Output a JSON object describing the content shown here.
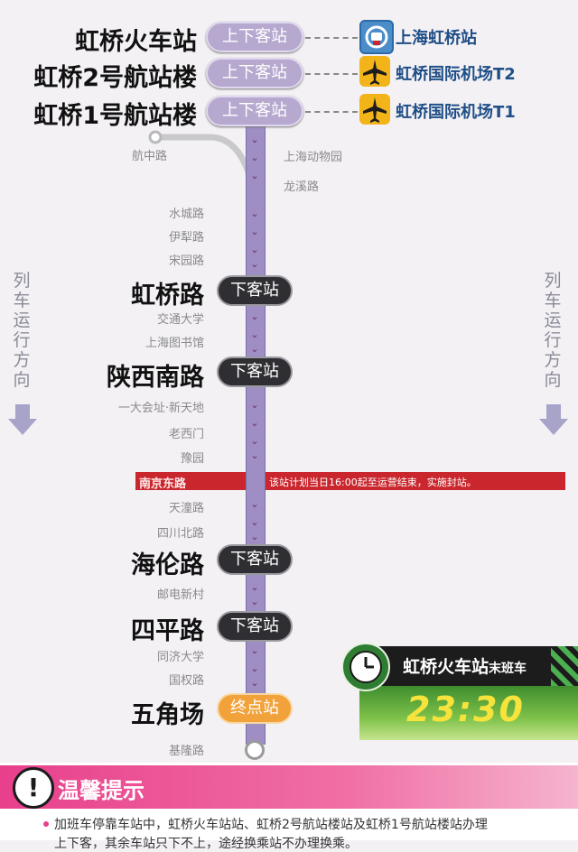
{
  "top_stations": [
    {
      "name": "虹桥火车站",
      "tag": "上下客站",
      "connection": "上海虹桥站",
      "icon": "rail-icon"
    },
    {
      "name": "虹桥2号航站楼",
      "tag": "上下客站",
      "connection": "虹桥国际机场T2",
      "icon": "airplane-icon"
    },
    {
      "name": "虹桥1号航站楼",
      "tag": "上下客站",
      "connection": "虹桥国际机场T1",
      "icon": "airplane-icon"
    }
  ],
  "branch": {
    "start": "航中路"
  },
  "skip_right": [
    "上海动物园",
    "龙溪路"
  ],
  "skip_left_1": [
    "水城路",
    "伊犁路",
    "宋园路"
  ],
  "drop1": {
    "name": "虹桥路",
    "tag": "下客站"
  },
  "skip_left_2": [
    "交通大学",
    "上海图书馆"
  ],
  "drop2": {
    "name": "陕西南路",
    "tag": "下客站"
  },
  "skip_left_3": [
    "一大会址·新天地",
    "老西门",
    "豫园"
  ],
  "nanjing": {
    "name": "南京东路",
    "notice": "该站计划当日16:00起至运营结束，实施封站。"
  },
  "skip_left_4": [
    "天潼路",
    "四川北路"
  ],
  "drop3": {
    "name": "海伦路",
    "tag": "下客站"
  },
  "skip_left_5": [
    "邮电新村"
  ],
  "drop4": {
    "name": "四平路",
    "tag": "下客站"
  },
  "skip_left_6": [
    "同济大学",
    "国权路"
  ],
  "terminal": {
    "name": "五角场",
    "tag": "终点站"
  },
  "after_terminal": "基隆路",
  "direction_text": "列车运行方向",
  "last_train": {
    "title": "虹桥火车站",
    "suffix": "末班车",
    "time": "23:30"
  },
  "notice": {
    "title": "温馨提示",
    "line1": "加班车停靠车站中，虹桥火车站站、虹桥2号航站楼站及虹桥1号航站楼站办理",
    "line2": "上下客，其余车站只下不上，途经换乘站不办理换乘。"
  },
  "colors": {
    "line": "#9e8ec4",
    "chevron": "#6f2b6b",
    "alert": "#c9262d",
    "terminal": "#f2a23a",
    "notice": "#e8408c",
    "clock": "#2f7d32"
  }
}
